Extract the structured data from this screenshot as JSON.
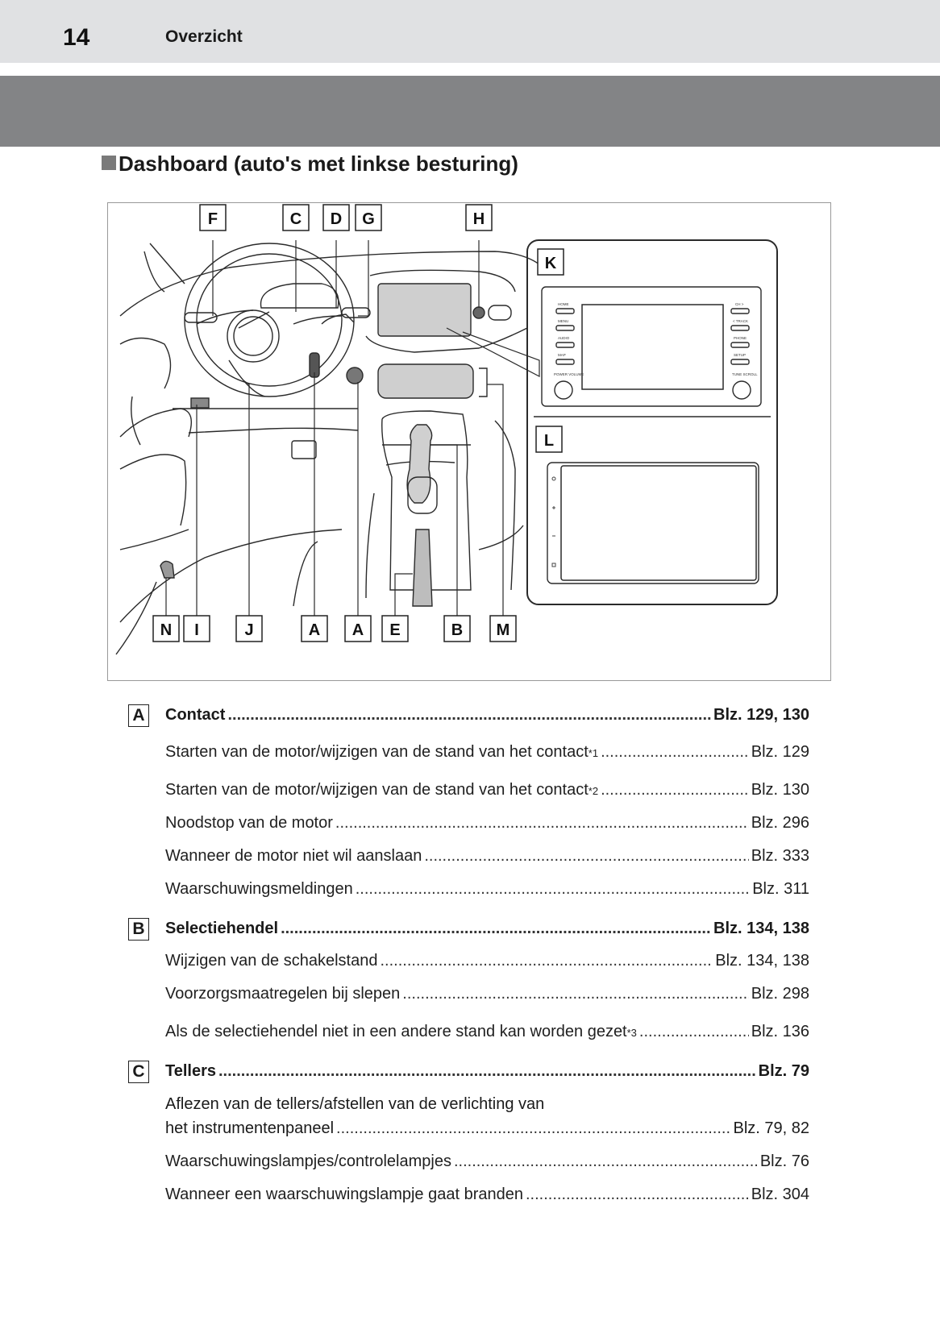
{
  "header": {
    "page_number": "14",
    "chapter": "Overzicht"
  },
  "section_heading": "Dashboard (auto's met linkse besturing)",
  "figure": {
    "top_labels": [
      "F",
      "C",
      "D",
      "G",
      "H"
    ],
    "bottom_labels": [
      "N",
      "I",
      "J",
      "A",
      "A",
      "E",
      "B",
      "M"
    ],
    "inset_labels": [
      "K",
      "L"
    ],
    "audio_left_buttons": [
      "HOME",
      "MENU",
      "AUDIO",
      "MAP",
      "POWER VOLUME"
    ],
    "audio_right_buttons": [
      "CH >",
      "< TRACK",
      "PHONE",
      "SETUP",
      "TUNE SCROLL"
    ]
  },
  "entries": [
    {
      "letter": "A",
      "title": "Contact",
      "page": "Blz. 129, 130",
      "items": [
        {
          "text": "Starten van de motor/wijzigen van de stand van het contact",
          "sup": "*1",
          "page": "Blz. 129"
        },
        {
          "text": "Starten van de motor/wijzigen van de stand van het contact",
          "sup": "*2",
          "page": "Blz. 130"
        },
        {
          "text": "Noodstop van de motor",
          "sup": "",
          "page": "Blz. 296"
        },
        {
          "text": "Wanneer de motor niet wil aanslaan",
          "sup": "",
          "page": "Blz. 333"
        },
        {
          "text": "Waarschuwingsmeldingen",
          "sup": "",
          "page": "Blz. 311"
        }
      ]
    },
    {
      "letter": "B",
      "title": "Selectiehendel",
      "page": "Blz. 134, 138",
      "items": [
        {
          "text": "Wijzigen van de schakelstand",
          "sup": "",
          "page": "Blz. 134, 138"
        },
        {
          "text": "Voorzorgsmaatregelen bij slepen",
          "sup": "",
          "page": "Blz. 298"
        },
        {
          "text": "Als de selectiehendel niet in een andere stand kan worden gezet",
          "sup": "*3",
          "page": "Blz. 136"
        }
      ]
    },
    {
      "letter": "C",
      "title": "Tellers",
      "page": "Blz. 79",
      "items": [
        {
          "text_line1": "Aflezen van de tellers/afstellen van de verlichting van",
          "text": "het instrumentenpaneel",
          "sup": "",
          "page": "Blz. 79, 82"
        },
        {
          "text": "Waarschuwingslampjes/controlelampjes",
          "sup": "",
          "page": "Blz. 76"
        },
        {
          "text": "Wanneer een waarschuwingslampje gaat branden",
          "sup": "",
          "page": "Blz. 304"
        }
      ]
    }
  ]
}
